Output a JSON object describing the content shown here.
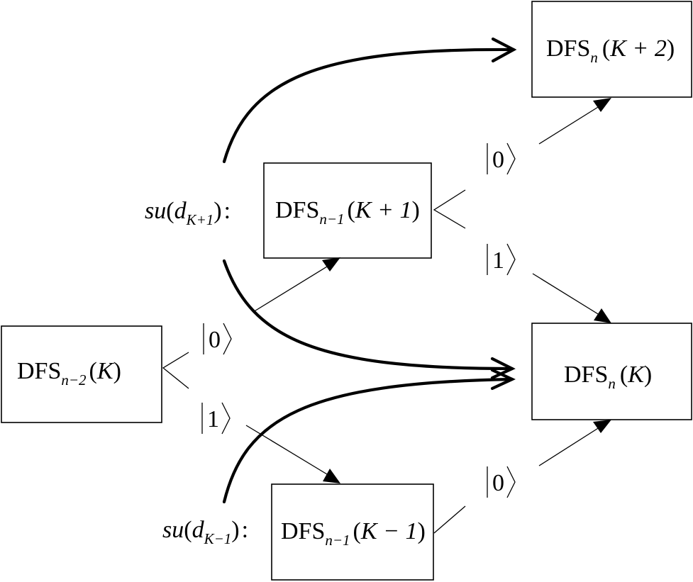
{
  "nodes": {
    "top": {
      "base": "DFS",
      "sub": "n",
      "arg": "K + 2"
    },
    "mid": {
      "base": "DFS",
      "sub": "n−1",
      "arg": "K + 1"
    },
    "left": {
      "base": "DFS",
      "sub": "n−2",
      "arg": "K"
    },
    "right": {
      "base": "DFS",
      "sub": "n",
      "arg": "K"
    },
    "bottom": {
      "base": "DFS",
      "sub": "n−1",
      "arg": "K − 1"
    }
  },
  "labels": {
    "su_upper": {
      "pre": "su",
      "var": "d",
      "sub": "K+1",
      "tail": ":"
    },
    "su_lower": {
      "pre": "su",
      "var": "d",
      "sub": "K−1",
      "tail": ":"
    }
  },
  "kets": {
    "mid_zero": "0",
    "mid_one": "1",
    "left_zero": "0",
    "left_one": "1",
    "bottom_zero": "0"
  }
}
